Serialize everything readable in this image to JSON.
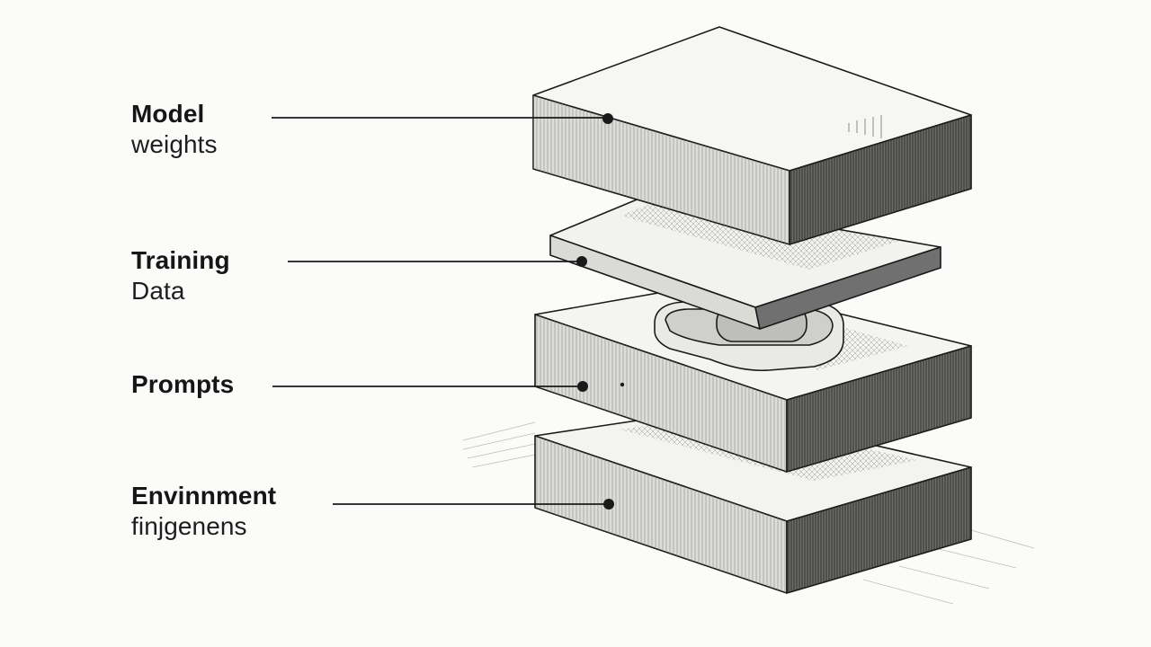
{
  "labels": {
    "model": {
      "title": "Model",
      "subtitle": "weights"
    },
    "training": {
      "title": "Training",
      "subtitle": "Data"
    },
    "prompts": {
      "title": "Prompts",
      "subtitle": ""
    },
    "environment": {
      "title": "Envinnment",
      "subtitle": "finjgenens"
    }
  },
  "colors": {
    "ink": "#1a1a1a",
    "top_face": "#f4f4f1",
    "front_face": "#d9d9d6",
    "side_face": "#6f6f6c",
    "background": "#fbfbf9"
  }
}
